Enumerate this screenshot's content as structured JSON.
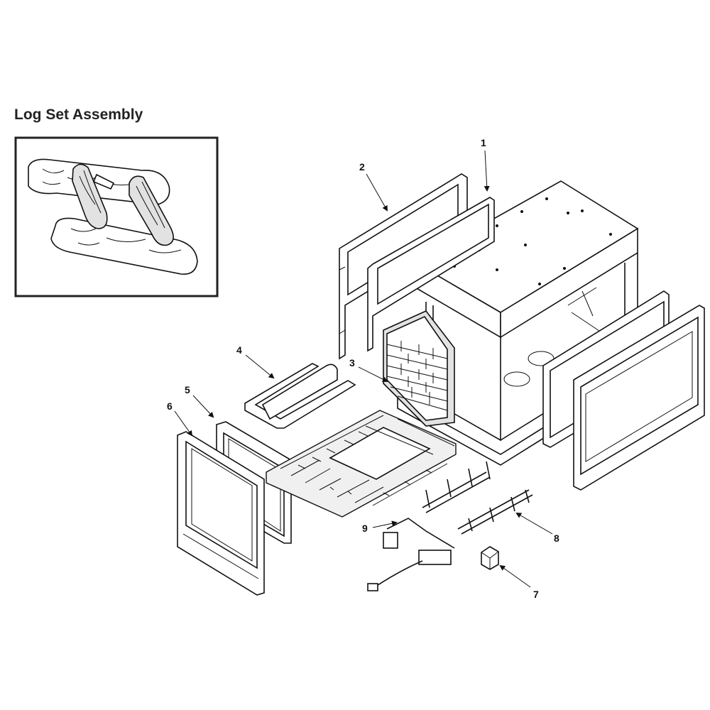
{
  "title": "Log Set Assembly",
  "callouts": [
    {
      "id": "callout-1",
      "label": "1"
    },
    {
      "id": "callout-2",
      "label": "2"
    },
    {
      "id": "callout-3",
      "label": "3"
    },
    {
      "id": "callout-4",
      "label": "4"
    },
    {
      "id": "callout-5",
      "label": "5"
    },
    {
      "id": "callout-6",
      "label": "6"
    },
    {
      "id": "callout-7",
      "label": "7"
    },
    {
      "id": "callout-8",
      "label": "8"
    },
    {
      "id": "callout-9",
      "label": "9"
    }
  ]
}
